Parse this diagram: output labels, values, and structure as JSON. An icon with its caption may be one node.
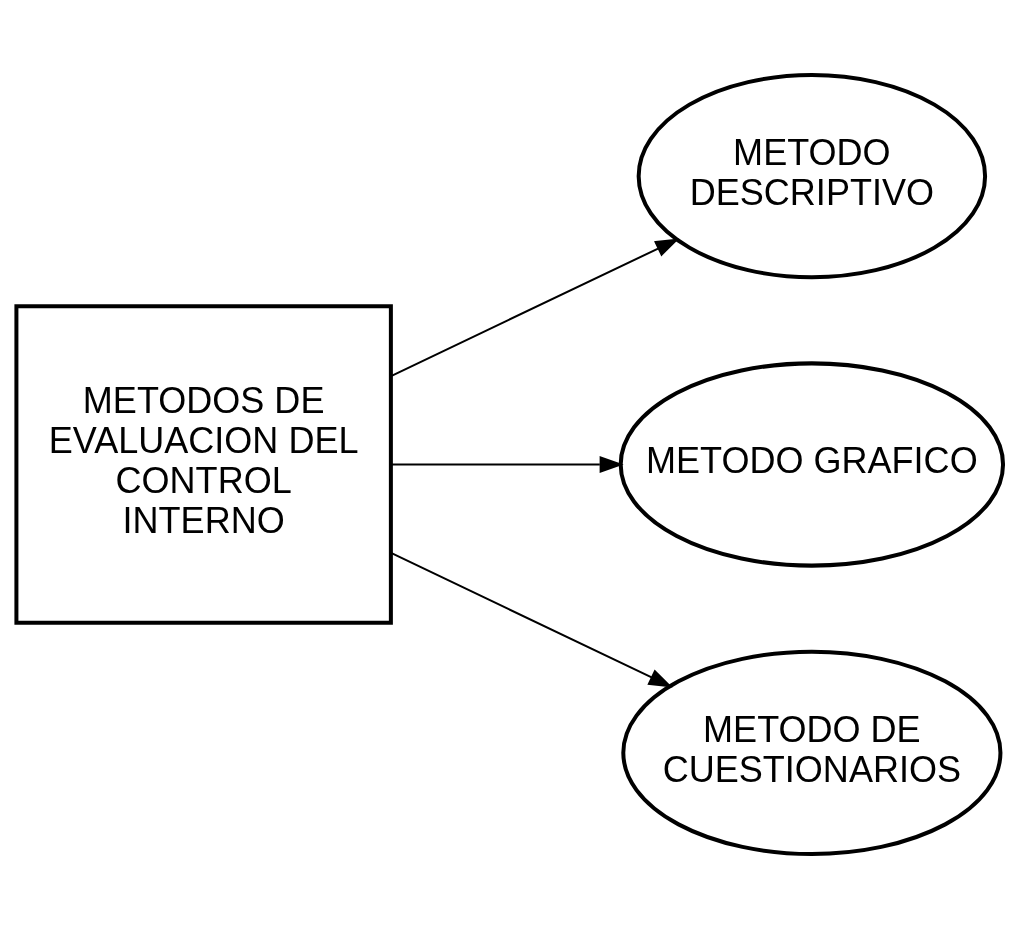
{
  "diagram": {
    "nodes": [
      {
        "text": [
          "METODOS DE EVALUACION DEL CONTROL INTERNO"
        ]
      },
      {
        "text": [
          "METODO DESCRIPTIVO"
        ]
      },
      {
        "text": [
          "METODO GRAFICO"
        ]
      },
      {
        "text": [
          "METODO DE CUESTIONARIOS"
        ]
      }
    ],
    "edges": [
      {
        "from": 0,
        "to": 1,
        "arrow": "to"
      },
      {
        "from": 0,
        "to": 2,
        "arrow": "to"
      },
      {
        "from": 0,
        "to": 3,
        "arrow": "to"
      }
    ]
  }
}
